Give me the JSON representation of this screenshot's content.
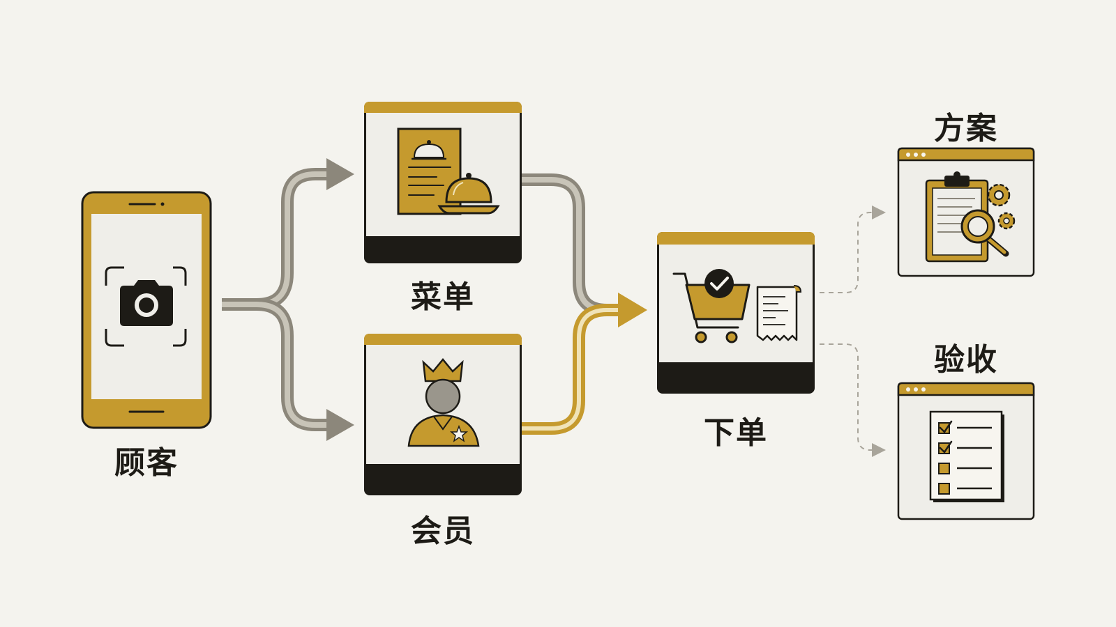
{
  "colors": {
    "gold": "#c59a2e",
    "dark": "#1d1b16",
    "gray": "#8c877b",
    "panel": "#efeee9",
    "background": "#f4f3ee",
    "dashed": "#a8a49a"
  },
  "nodes": {
    "customer": {
      "label": "顾客",
      "icon": "phone-camera-icon"
    },
    "menu": {
      "label": "菜单",
      "icon": "menu-cloche-icon"
    },
    "member": {
      "label": "会员",
      "icon": "crowned-member-icon"
    },
    "order": {
      "label": "下单",
      "icon": "cart-receipt-icon"
    },
    "plan": {
      "label": "方案",
      "icon": "clipboard-gear-icon"
    },
    "acceptance": {
      "label": "验收",
      "icon": "checklist-icon"
    }
  },
  "edges": [
    {
      "from": "customer",
      "to": "menu",
      "style": "solid-gray"
    },
    {
      "from": "customer",
      "to": "member",
      "style": "solid-gray"
    },
    {
      "from": "menu",
      "to": "order",
      "style": "solid-gray"
    },
    {
      "from": "member",
      "to": "order",
      "style": "solid-gold"
    },
    {
      "from": "order",
      "to": "plan",
      "style": "dashed"
    },
    {
      "from": "order",
      "to": "acceptance",
      "style": "dashed"
    }
  ]
}
